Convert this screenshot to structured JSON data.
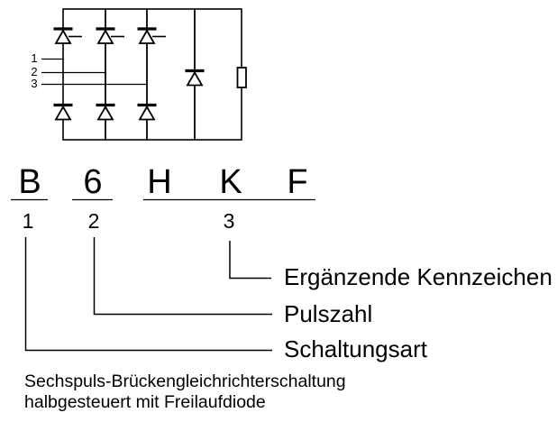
{
  "figure": {
    "background": "#ffffff",
    "ink": "#000000"
  },
  "circuit": {
    "phase_inputs": [
      {
        "label": "1"
      },
      {
        "label": "2"
      },
      {
        "label": "3"
      }
    ]
  },
  "designation": {
    "letters": [
      {
        "char": "B"
      },
      {
        "char": "6"
      },
      {
        "char": "H"
      },
      {
        "char": "K"
      },
      {
        "char": "F"
      }
    ],
    "group_numbers": [
      {
        "num": "1"
      },
      {
        "num": "2"
      },
      {
        "num": "3"
      }
    ],
    "legend": [
      {
        "num": "3",
        "label": "Ergänzende Kennzeichen"
      },
      {
        "num": "2",
        "label": "Pulszahl"
      },
      {
        "num": "1",
        "label": "Schaltungsart"
      }
    ]
  },
  "caption": {
    "line1": "Sechspuls-Brückengleichrichterschaltung",
    "line2": "halbgesteuert mit Freilaufdiode"
  }
}
